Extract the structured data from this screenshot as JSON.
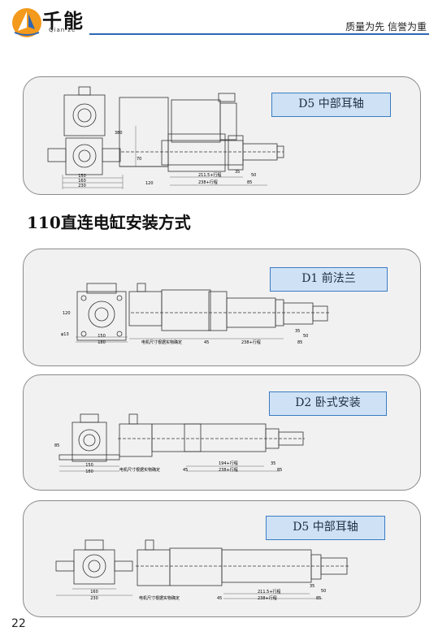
{
  "header": {
    "brand_cn": "千能",
    "brand_en": "Qian ze",
    "slogan": "质量为先 信誉为重"
  },
  "section_title": "110直连电缸安装方式",
  "panels": [
    {
      "tag": "D5 中部耳轴",
      "dims": {
        "w1": "150",
        "w2": "160",
        "w3": "230",
        "h1": "380",
        "h2": "70",
        "len1": "120",
        "stroke1": "211.5+行程",
        "stroke2": "238+行程",
        "d1": "35",
        "d2": "50",
        "d3": "85"
      }
    },
    {
      "tag": "D1 前法兰",
      "dims": {
        "w1": "150",
        "w2": "180",
        "h1": "120",
        "hole": "φ13",
        "note": "电机尺寸根据实物确定",
        "d45": "45",
        "stroke": "238+行程",
        "d1": "35",
        "d2": "50",
        "d3": "85"
      }
    },
    {
      "tag": "D2 卧式安装",
      "dims": {
        "w1": "150",
        "w2": "180",
        "h1": "85",
        "note": "电机尺寸根据实物确定",
        "d45": "45",
        "stroke1": "194+行程",
        "stroke2": "238+行程",
        "d1": "35",
        "d2": "85"
      }
    },
    {
      "tag": "D5 中部耳轴",
      "dims": {
        "w1": "160",
        "w2": "230",
        "note": "电机尺寸根据实物确定",
        "d45": "45",
        "stroke1": "211.5+行程",
        "stroke2": "238+行程",
        "d1": "35",
        "d2": "50",
        "d3": "85"
      }
    }
  ],
  "page_number": "22"
}
